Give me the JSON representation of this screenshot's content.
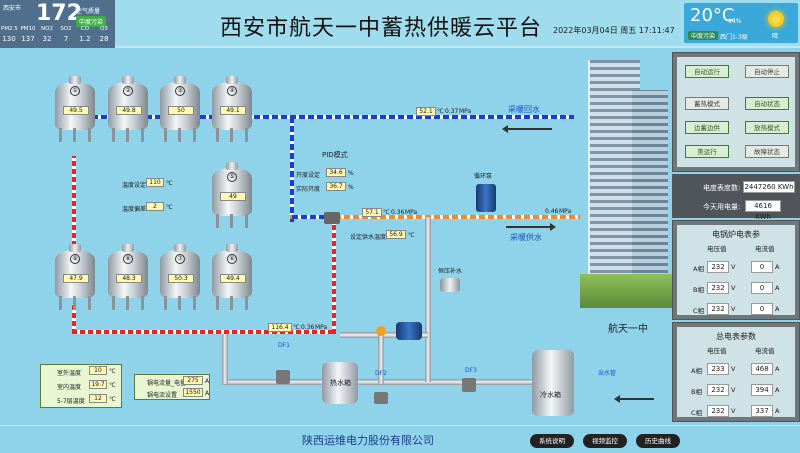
{
  "header": {
    "title": "西安市航天一中蓄热供暖云平台",
    "datetime": "2022年03月04日 周五 17:11:47",
    "aqi": {
      "city": "西安市",
      "value": "172",
      "level_label": "空气质量",
      "level": "中度污染",
      "pollutants": [
        {
          "name": "PM2.5",
          "value": "130"
        },
        {
          "name": "PM10",
          "value": "137"
        },
        {
          "name": "NO2",
          "value": "32"
        },
        {
          "name": "SO2",
          "value": "7"
        },
        {
          "name": "CO",
          "value": "1.2"
        },
        {
          "name": "O3",
          "value": "28"
        }
      ]
    },
    "weather": {
      "temp": "20°C",
      "humidity": "14%",
      "aq": "中度污染",
      "wind": "西门1-3级",
      "desc": "晴"
    }
  },
  "tanks": [
    {
      "num": "①",
      "temp": "49.5"
    },
    {
      "num": "②",
      "temp": "49.8"
    },
    {
      "num": "③",
      "temp": "50"
    },
    {
      "num": "④",
      "temp": "49.1"
    },
    {
      "num": "⑤",
      "temp": "49"
    },
    {
      "num": "⑥",
      "temp": "49.4"
    },
    {
      "num": "⑦",
      "temp": "50.3"
    },
    {
      "num": "⑧",
      "temp": "48.3"
    },
    {
      "num": "⑨",
      "temp": "47.9"
    }
  ],
  "process": {
    "setpoint_label": "温度设定",
    "setpoint": "110",
    "setpoint_unit": "℃",
    "diff_label": "温度偏差",
    "diff": "2",
    "diff_unit": "℃",
    "pid_title": "PID模式",
    "open_set_label": "开度设定",
    "open_set": "34.6",
    "open_set_unit": "%",
    "open_real_label": "实际开度",
    "open_real": "36.7",
    "open_real_unit": "%",
    "supply_temp_label": "设定供水温度",
    "supply_temp": "56.9",
    "supply_temp_unit": "℃",
    "return_temp": "52.1",
    "return_temp_unit": "℃",
    "return_press": "0.37",
    "return_press_unit": "MPa",
    "mid_temp": "57.1",
    "mid_temp_unit": "℃",
    "mid_press": "0.36",
    "mid_press_unit": "MPa",
    "supply_press": "0.46",
    "supply_press_unit": "MPa",
    "bottom_temp": "116.4",
    "bottom_temp_unit": "℃",
    "bottom_press": "0.36",
    "bottom_press_unit": "MPa",
    "return_label": "采暖回水",
    "supply_label": "采暖供水",
    "pump_label": "循环泵",
    "makeup_label": "恒压补水",
    "df1": "DF1",
    "df2": "DF2",
    "df3": "DF3",
    "hot_tank": "热水箱",
    "cold_tank": "冷水箱",
    "outlet": "出水管",
    "building_label": "航天一中",
    "room_temps": [
      {
        "label": "室外温度",
        "value": "10",
        "unit": "℃"
      },
      {
        "label": "室内温度",
        "value": "19.7",
        "unit": "℃"
      },
      {
        "label": "5-7层温度",
        "value": "12",
        "unit": "℃"
      }
    ],
    "heat_currents": [
      {
        "label": "锅电流量_电量",
        "value": "275",
        "unit": "A"
      },
      {
        "label": "锅电流设置",
        "value": "1550",
        "unit": "A"
      }
    ]
  },
  "controls": {
    "auto_run": "自动运行",
    "auto_stop": "自动停止",
    "heat_mode": "蓄热模式",
    "auto_state": "自动状态",
    "heat_while_supply": "边蓄边供",
    "release_mode": "放热模式",
    "stop_run": "美运行",
    "fault_state": "故障状态"
  },
  "energy": {
    "total_label": "电度表度数:",
    "total": "2447260 KWh",
    "today_label": "今天用电量:",
    "today": "4616 KWh"
  },
  "boiler_meter": {
    "title": "电锅炉电表参",
    "voltage_col": "电压值",
    "current_col": "电流值",
    "rows": [
      {
        "phase": "A相",
        "voltage": "232",
        "current": "0"
      },
      {
        "phase": "B相",
        "voltage": "232",
        "current": "0"
      },
      {
        "phase": "C相",
        "voltage": "232",
        "current": "0"
      }
    ],
    "v_unit": "V",
    "a_unit": "A"
  },
  "total_meter": {
    "title": "总电表参数",
    "voltage_col": "电压值",
    "current_col": "电流值",
    "rows": [
      {
        "phase": "A相",
        "voltage": "233",
        "current": "468"
      },
      {
        "phase": "B相",
        "voltage": "232",
        "current": "394"
      },
      {
        "phase": "C相",
        "voltage": "232",
        "current": "337"
      }
    ],
    "v_unit": "V",
    "a_unit": "A"
  },
  "footer": {
    "company": "陕西运维电力股份有限公司",
    "buttons": [
      "系统说明",
      "视频监控",
      "历史曲线"
    ]
  },
  "colors": {
    "hot_pipe": "#e22222",
    "return_pipe": "#1a3fd0",
    "supply_pipe": "#f08a2a",
    "accent_green": "#3a7e3a"
  }
}
